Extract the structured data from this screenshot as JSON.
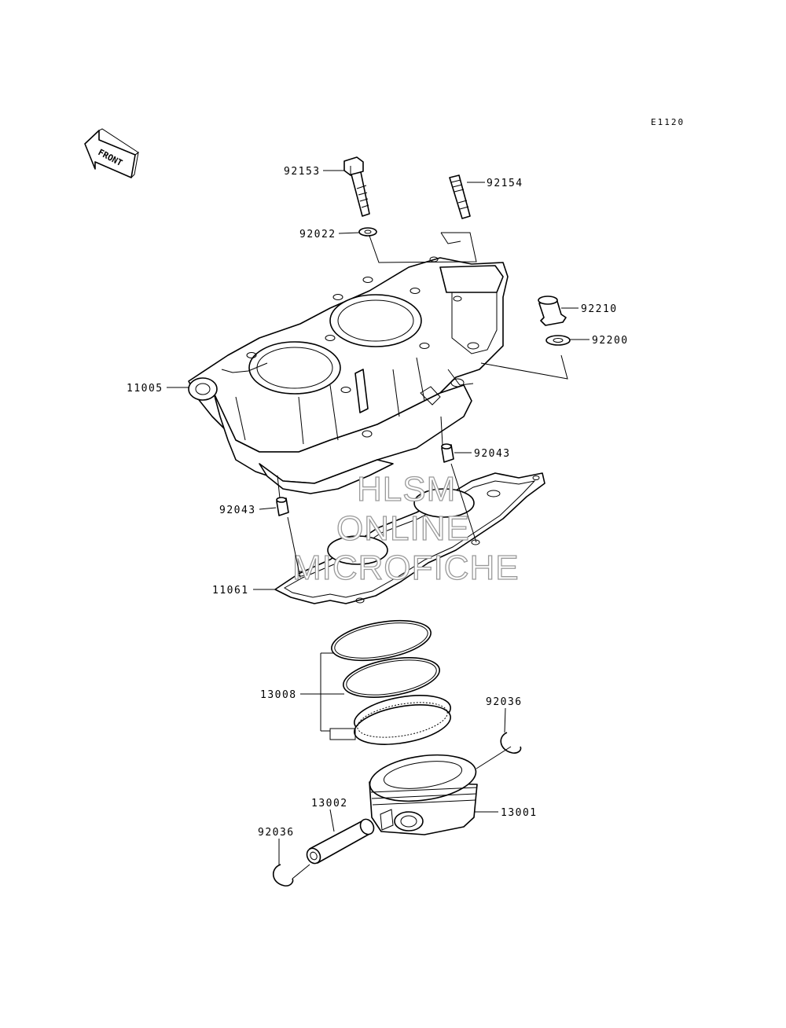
{
  "diagram_code": "E1120",
  "front_arrow_label": "FRONT",
  "watermark": [
    "HLSM",
    "ONLINE",
    "MICROFICHE"
  ],
  "parts": [
    {
      "id": "92153",
      "name": "bolt"
    },
    {
      "id": "92154",
      "name": "bolt"
    },
    {
      "id": "92022",
      "name": "washer"
    },
    {
      "id": "92210",
      "name": "nut"
    },
    {
      "id": "92200",
      "name": "washer"
    },
    {
      "id": "11005",
      "name": "cylinder"
    },
    {
      "id": "92043",
      "name": "dowel-pin"
    },
    {
      "id": "92043",
      "name": "dowel-pin"
    },
    {
      "id": "11061",
      "name": "gasket"
    },
    {
      "id": "13008",
      "name": "piston-ring-set"
    },
    {
      "id": "92036",
      "name": "snap-ring"
    },
    {
      "id": "13001",
      "name": "piston"
    },
    {
      "id": "13002",
      "name": "piston-pin"
    },
    {
      "id": "92036",
      "name": "snap-ring"
    }
  ]
}
